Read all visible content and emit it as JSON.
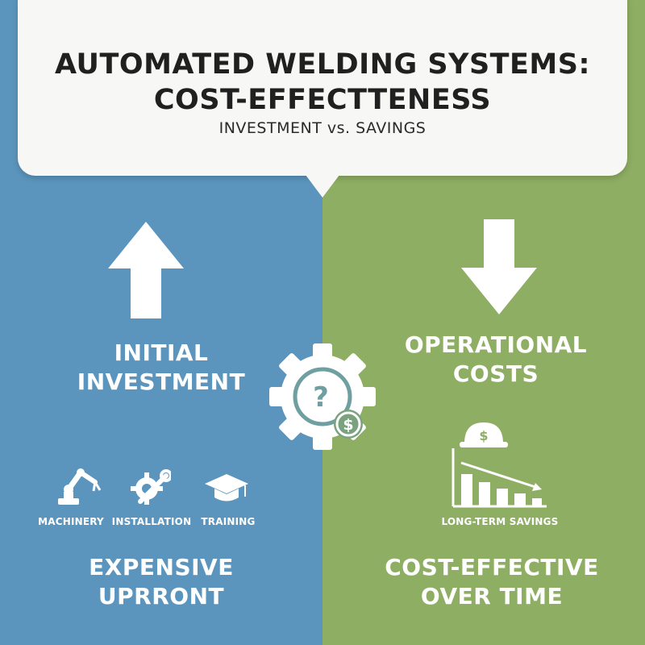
{
  "header": {
    "title_line1": "AUTOMATED WELDING SYSTEMS:",
    "title_line2": "COST-EFFECTTENESS",
    "subtitle": "INVESTMENT vs. SAVINGS"
  },
  "left_panel": {
    "heading_line1": "INITIAL",
    "heading_line2": "INVESTMENT",
    "items": [
      {
        "label": "MACHINERY",
        "icon": "robot-arm-icon"
      },
      {
        "label": "INSTALLATION",
        "icon": "gear-wrench-icon"
      },
      {
        "label": "TRAINING",
        "icon": "graduation-cap-icon"
      }
    ],
    "footer_line1": "EXPENSIVE",
    "footer_line2": "UPRRONT",
    "arrow": "arrow-up-icon"
  },
  "right_panel": {
    "heading_line1": "OPERATIONAL",
    "heading_line2": "COSTS",
    "chart_label": "LONG-TERM SAVINGS",
    "footer_line1": "COST-EFFECTIVE",
    "footer_line2": "OVER TIME",
    "arrow": "arrow-down-icon",
    "chart_icon": "declining-bar-chart-icon",
    "helmet_icon": "hard-hat-dollar-icon",
    "dollar_symbol": "$"
  },
  "center": {
    "icon": "gear-question-dollar-icon",
    "question_symbol": "?",
    "dollar_symbol": "$"
  },
  "colors": {
    "left_bg": "#5b95bd",
    "right_bg": "#8eae63",
    "banner_bg": "#f7f7f6",
    "text_dark": "#202020"
  }
}
